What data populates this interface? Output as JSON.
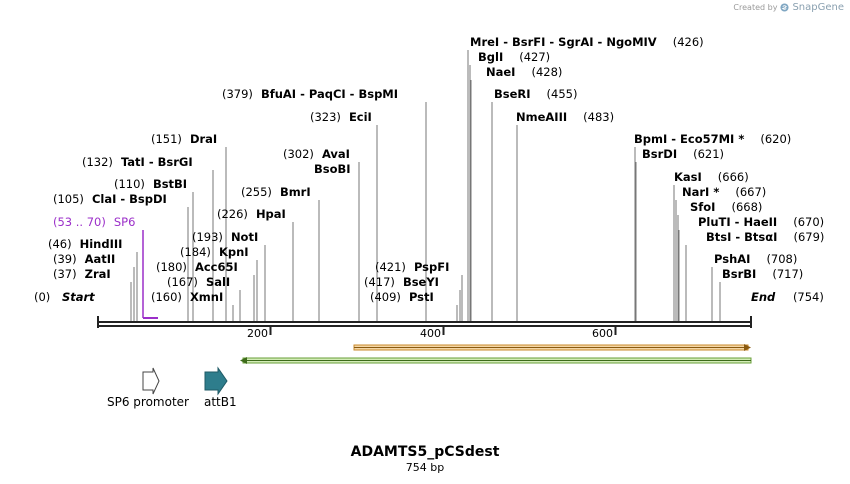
{
  "watermark": {
    "prefix": "Created by",
    "brand": "SnapGene"
  },
  "map": {
    "title": "ADAMTS5_pCSdest",
    "length_label": "754 bp",
    "start_label": "Start",
    "end_label": "End",
    "start_pos": "(0)",
    "end_pos": "(754)",
    "ticks": [
      "200",
      "400",
      "600"
    ]
  },
  "sites": [
    {
      "name": "ZraI",
      "pos": "(37)"
    },
    {
      "name": "AatII",
      "pos": "(39)"
    },
    {
      "name": "HindIII",
      "pos": "(46)"
    },
    {
      "name": "SP6",
      "pos": "(53 .. 70)"
    },
    {
      "name": "ClaI  -  BspDI",
      "pos": "(105)"
    },
    {
      "name": "BstBI",
      "pos": "(110)"
    },
    {
      "name": "TatI  -  BsrGI",
      "pos": "(132)"
    },
    {
      "name": "DraI",
      "pos": "(151)"
    },
    {
      "name": "XmnI",
      "pos": "(160)"
    },
    {
      "name": "SalI",
      "pos": "(167)"
    },
    {
      "name": "Acc65I",
      "pos": "(180)"
    },
    {
      "name": "KpnI",
      "pos": "(184)"
    },
    {
      "name": "NotI",
      "pos": "(193)"
    },
    {
      "name": "HpaI",
      "pos": "(226)"
    },
    {
      "name": "BmrI",
      "pos": "(255)"
    },
    {
      "name": "AvaI",
      "pos": "(302)"
    },
    {
      "name": "BsoBI",
      "pos": ""
    },
    {
      "name": "EciI",
      "pos": "(323)"
    },
    {
      "name": "BfuAI  -  PaqCI  -  BspMI",
      "pos": "(379)"
    },
    {
      "name": "PstI",
      "pos": "(409)"
    },
    {
      "name": "BseYI",
      "pos": "(417)"
    },
    {
      "name": "PspFI",
      "pos": "(421)"
    },
    {
      "name": "MreI  -  BsrFI  -  SgrAI  -  NgoMIV",
      "pos": "(426)"
    },
    {
      "name": "BglI",
      "pos": "(427)"
    },
    {
      "name": "NaeI",
      "pos": "(428)"
    },
    {
      "name": "BseRI",
      "pos": "(455)"
    },
    {
      "name": "NmeAIII",
      "pos": "(483)"
    },
    {
      "name": "BpmI  -  Eco57MI *",
      "pos": "(620)"
    },
    {
      "name": "BsrDI",
      "pos": "(621)"
    },
    {
      "name": "KasI",
      "pos": "(666)"
    },
    {
      "name": "NarI *",
      "pos": "(667)"
    },
    {
      "name": "SfoI",
      "pos": "(668)"
    },
    {
      "name": "PluTI  -  HaeII",
      "pos": "(670)"
    },
    {
      "name": "BtsI  -  BtsαI",
      "pos": "(679)"
    },
    {
      "name": "PshAI",
      "pos": "(708)"
    },
    {
      "name": "BsrBI",
      "pos": "(717)"
    }
  ],
  "features": [
    {
      "name": "SP6 promoter",
      "color": "#ffffff"
    },
    {
      "name": "attB1",
      "color": "#2e7d8c"
    }
  ],
  "colors": {
    "primer": "#9b2fc9",
    "orange_feature": "#e8a33d",
    "green_feature": "#8bc34a"
  }
}
